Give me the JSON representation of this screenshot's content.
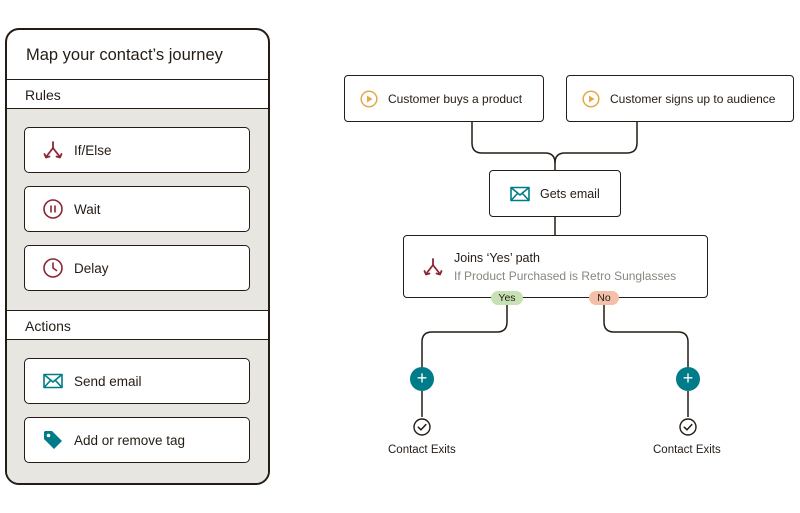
{
  "panel": {
    "title": "Map your contact’s journey",
    "rules_header": "Rules",
    "rules": [
      {
        "label": "If/Else",
        "icon": "split-path-icon"
      },
      {
        "label": "Wait",
        "icon": "pause-icon"
      },
      {
        "label": "Delay",
        "icon": "clock-icon"
      }
    ],
    "actions_header": "Actions",
    "actions": [
      {
        "label": "Send email",
        "icon": "envelope-icon"
      },
      {
        "label": "Add or remove tag",
        "icon": "tag-icon"
      }
    ]
  },
  "flow": {
    "triggers": [
      {
        "label": "Customer buys a product",
        "icon": "play-circle-icon"
      },
      {
        "label": "Customer signs up to audience",
        "icon": "play-circle-icon"
      }
    ],
    "email_step": {
      "label": "Gets email",
      "icon": "envelope-icon"
    },
    "condition": {
      "title": "Joins ‘Yes’ path",
      "subtitle": "If Product Purchased is Retro Sunglasses",
      "icon": "split-path-icon"
    },
    "branches": [
      {
        "label": "Yes",
        "color": "#c7e0b4",
        "exit_label": "Contact Exits"
      },
      {
        "label": "No",
        "color": "#f3bfa8",
        "exit_label": "Contact Exits"
      }
    ]
  },
  "colors": {
    "ink": "#241c15",
    "teal": "#007c89",
    "maroon": "#8b2635",
    "panel_fill": "#e8e6e1",
    "trigger_icon": "#e3a84a"
  }
}
